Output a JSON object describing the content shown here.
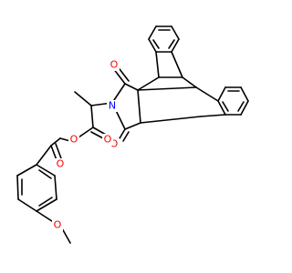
{
  "molecule": {
    "atom_labels": [
      {
        "id": "o-ketone-top",
        "text": "O"
      },
      {
        "id": "o-ketone-bottom",
        "text": "O"
      },
      {
        "id": "n-imide",
        "text": "N"
      },
      {
        "id": "o-ester-carbonyl",
        "text": "O"
      },
      {
        "id": "o-ester-link",
        "text": "O"
      },
      {
        "id": "o-phenacyl-carbonyl",
        "text": "O"
      },
      {
        "id": "o-methoxy",
        "text": "O"
      }
    ],
    "colors": {
      "bond": "#000000",
      "oxygen": "#ff0000",
      "nitrogen": "#0000ff"
    }
  }
}
